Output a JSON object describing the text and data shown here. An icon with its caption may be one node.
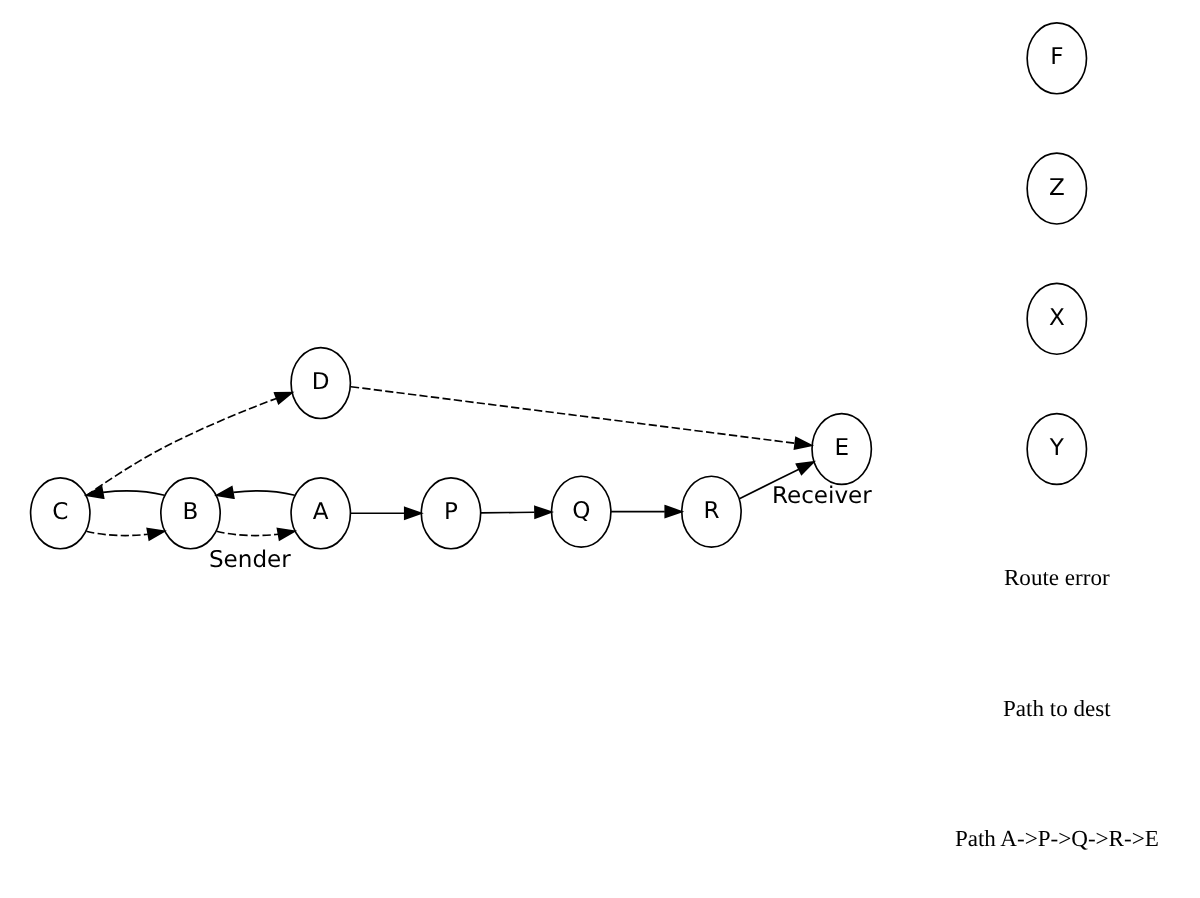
{
  "diagram": {
    "nodes": [
      {
        "text": [
          "R"
        ]
      },
      {
        "text": [
          "P"
        ]
      },
      {
        "text": [
          "Q"
        ]
      },
      {
        "text": [
          "E"
        ],
        "beside": [
          "Receiver"
        ]
      },
      {
        "text": [
          "D"
        ]
      },
      {
        "text": [
          "F"
        ]
      },
      {
        "text": [
          "A"
        ],
        "beside": [
          "Sender"
        ]
      },
      {
        "text": [
          "C"
        ]
      },
      {
        "text": [
          "B"
        ]
      },
      {
        "text": [
          "Z"
        ]
      },
      {
        "text": [
          "X"
        ]
      },
      {
        "text": [
          "Y"
        ]
      }
    ],
    "edges": [
      {
        "from": 6,
        "to": 1,
        "arrow": "to"
      },
      {
        "from": 1,
        "to": 2,
        "arrow": "to"
      },
      {
        "from": 2,
        "to": 0,
        "arrow": "to"
      },
      {
        "from": 0,
        "to": 3,
        "arrow": "to"
      },
      {
        "from": 6,
        "to": 8,
        "arrow": "to"
      },
      {
        "from": 8,
        "to": 6,
        "arrow": "to",
        "style": "dashed"
      },
      {
        "from": 8,
        "to": 7,
        "arrow": "to"
      },
      {
        "from": 7,
        "to": 8,
        "arrow": "to",
        "style": "dashed"
      },
      {
        "from": 7,
        "to": 4,
        "arrow": "to",
        "style": "dashed"
      },
      {
        "from": 4,
        "to": 3,
        "arrow": "to",
        "style": "dashed"
      }
    ],
    "labels": [
      "Path A->P->Q->R->E"
    ],
    "legend": [
      {
        "text": "Route error"
      },
      {
        "text": "Path to dest"
      }
    ]
  }
}
